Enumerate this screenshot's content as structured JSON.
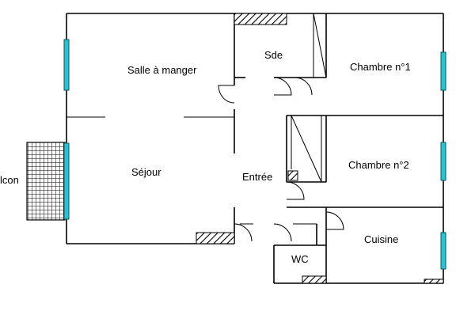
{
  "rooms": {
    "salle_a_manger": "Salle à manger",
    "sde": "Sde",
    "chambre1": "Chambre n°1",
    "sejour": "Séjour",
    "entree": "Entrée",
    "chambre2": "Chambre n°2",
    "cuisine": "Cuisine",
    "wc": "WC",
    "balcon": "lcon"
  },
  "colors": {
    "window": "#25c4d0",
    "wall": "#000000",
    "background": "#ffffff"
  }
}
